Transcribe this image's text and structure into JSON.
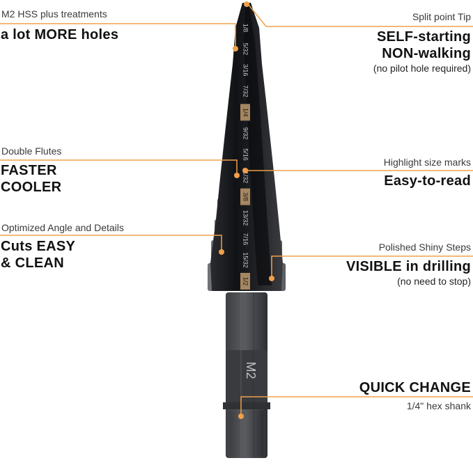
{
  "colors": {
    "callout_line": "#f0a04a",
    "callout_dot": "#f0a04a",
    "steel_dark": "#1c1e22",
    "steel_edge": "#8c8e92",
    "shank": "#4a4c50",
    "mark_highlight": "#a58660"
  },
  "callouts": {
    "m2": {
      "small": "M2 HSS plus treatments",
      "big": "a lot MORE holes"
    },
    "split_tip": {
      "small": "Split point Tip",
      "big_line1": "SELF-starting",
      "big_line2": "NON-walking",
      "note": "(no pilot hole required)"
    },
    "double_flutes": {
      "small": "Double Flutes",
      "big_line1": "FASTER",
      "big_line2": "COOLER"
    },
    "highlight": {
      "small": "Highlight size marks",
      "big": "Easy-to-read"
    },
    "optimized": {
      "small": "Optimized Angle and Details",
      "big_line1": "Cuts EASY",
      "big_line2": "& CLEAN"
    },
    "polished": {
      "small": "Polished Shiny Steps",
      "big": "VISIBLE in drilling",
      "note": "(no need to stop)"
    },
    "quick_change": {
      "big": "QUICK CHANGE",
      "small": "1/4\" hex shank"
    }
  },
  "bit": {
    "size_marks": [
      "1/8",
      "5/32",
      "3/16",
      "7/32",
      "1/4",
      "9/32",
      "5/16",
      "11/32",
      "3/8",
      "13/32",
      "7/16",
      "15/32",
      "1/2"
    ],
    "highlighted_marks": [
      "1/4",
      "3/8",
      "1/2"
    ],
    "shank_label": "M2"
  }
}
